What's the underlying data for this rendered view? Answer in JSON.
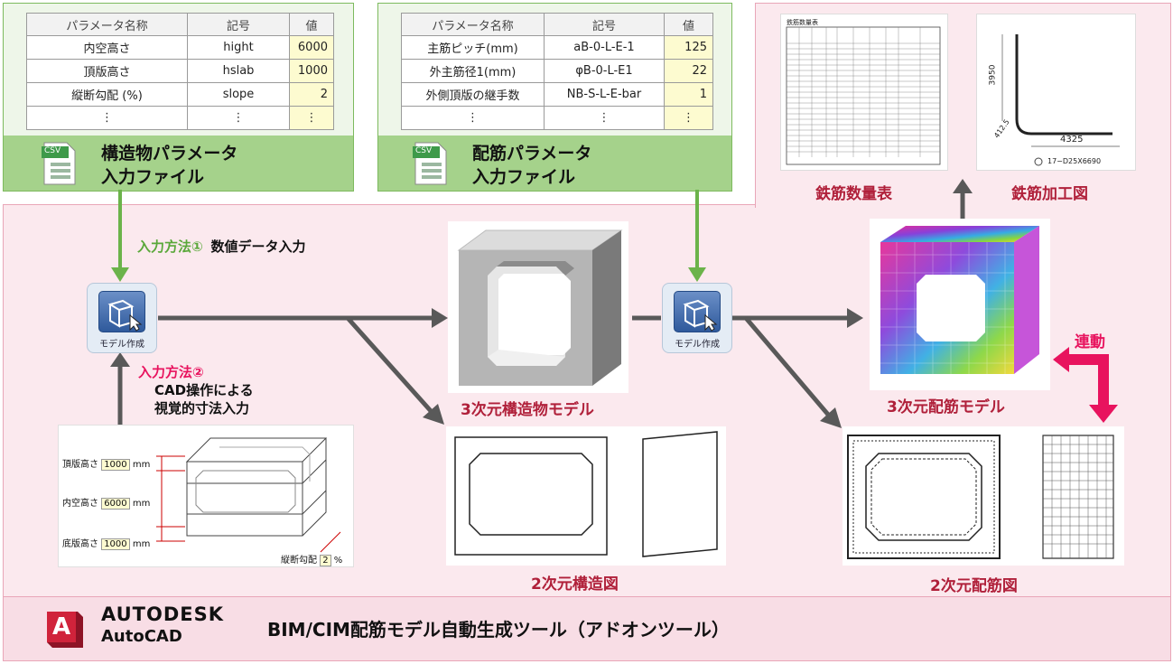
{
  "table1": {
    "headers": [
      "パラメータ名称",
      "記号",
      "値"
    ],
    "rows": [
      {
        "name": "内空高さ",
        "symbol": "hight",
        "value": "6000"
      },
      {
        "name": "頂版高さ",
        "symbol": "hslab",
        "value": "1000"
      },
      {
        "name": "縦断勾配 (%)",
        "symbol": "slope",
        "value": "2"
      },
      {
        "name": "⋮",
        "symbol": "⋮",
        "value": "⋮"
      }
    ],
    "csv_label": "CSV",
    "title_line1": "構造物パラメータ",
    "title_line2": "入力ファイル"
  },
  "table2": {
    "headers": [
      "パラメータ名称",
      "記号",
      "値"
    ],
    "rows": [
      {
        "name": "主筋ピッチ(mm)",
        "symbol": "aB-0-L-E-1",
        "value": "125"
      },
      {
        "name": "外主筋径1(mm)",
        "symbol": "φB-0-L-E1",
        "value": "22"
      },
      {
        "name": "外側頂版の継手数",
        "symbol": "NB-S-L-E-bar",
        "value": "1"
      },
      {
        "name": "⋮",
        "symbol": "⋮",
        "value": "⋮"
      }
    ],
    "csv_label": "CSV",
    "title_line1": "配筋パラメータ",
    "title_line2": "入力ファイル"
  },
  "method1": {
    "label": "入力方法①",
    "text": "数値データ入力"
  },
  "method2": {
    "label": "入力方法②",
    "line1": "CAD操作による",
    "line2": "視覚的寸法入力"
  },
  "model_button_label": "モデル作成",
  "cad_input": {
    "top_label": "頂版高さ",
    "top_value": "1000",
    "top_unit": "mm",
    "inner_label": "内空高さ",
    "inner_value": "6000",
    "inner_unit": "mm",
    "bottom_label": "底版高さ",
    "bottom_value": "1000",
    "bottom_unit": "mm",
    "slope_label": "縦断勾配",
    "slope_value": "2",
    "slope_unit": "%"
  },
  "captions": {
    "model3d": "3次元構造物モデル",
    "drawing2d": "2次元構造図",
    "rebar3d": "3次元配筋モデル",
    "rebar2d": "2次元配筋図",
    "quantity": "鉄筋数量表",
    "bending": "鉄筋加工図",
    "link": "連動"
  },
  "quantity_table": {
    "title": "鉄筋数量表"
  },
  "bending_drawing": {
    "dim_vertical": "3950",
    "dim_horizontal": "4325",
    "dim_corner": "412.5",
    "note": "17−D25X6690"
  },
  "footer": {
    "brand": "AUTODESK",
    "product": "AutoCAD",
    "logo_letter": "A",
    "title": "BIM/CIM配筋モデル自動生成ツール（アドオンツール）"
  },
  "colors": {
    "green": "#6bb34a",
    "pink": "#e8135e",
    "dark_red": "#b0203a",
    "arrow": "#595959"
  }
}
